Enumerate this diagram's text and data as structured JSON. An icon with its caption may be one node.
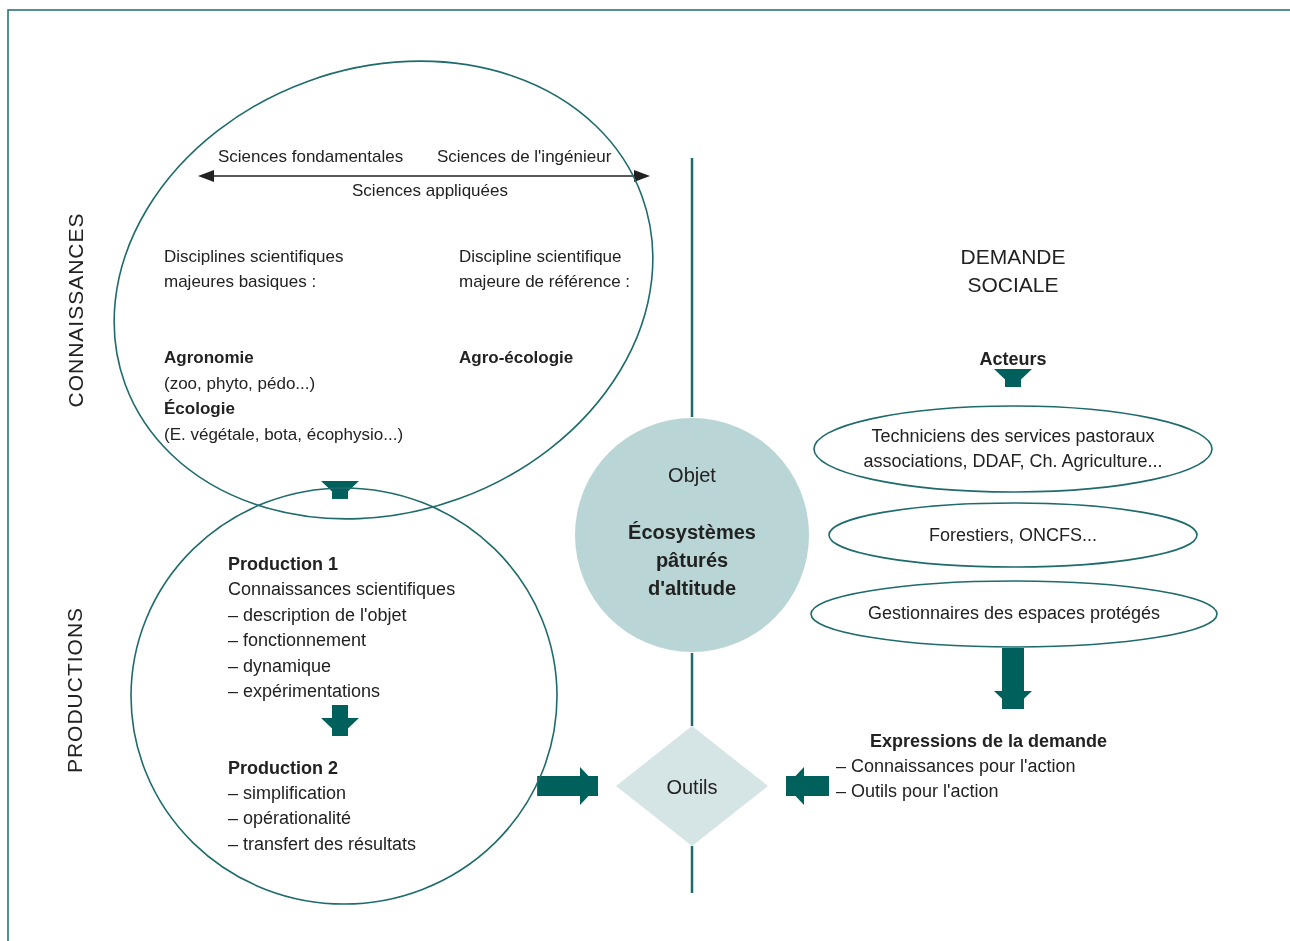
{
  "diagram": {
    "nodes": [
      {
        "text": [
          "Sciences fondamentales",
          "Sciences de l'ingénieur",
          "Sciences appliquées",
          "Disciplines scientifiques majeures basiques :",
          "Agronomie",
          "(zoo, phyto, pédo...)",
          "Écologie",
          "(E. végétale, bota, écophysio...)",
          "Discipline scientifique majeure de référence :",
          "Agro-écologie"
        ],
        "beside": [
          "CONNAISSANCES"
        ]
      },
      {
        "text": [],
        "shape": "circle",
        "beside": [
          "PRODUCTIONS"
        ]
      },
      {
        "text": [
          "Production 1",
          "Connaissances scientifiques",
          "– description de l'objet",
          "– fonctionnement",
          "– dynamique",
          "– expérimentations"
        ],
        "in": 1
      },
      {
        "text": [
          "Production 2",
          "– simplification",
          "– opérationalité",
          "– transfert des résultats"
        ],
        "in": 1
      },
      {
        "text": [
          "Objet",
          "Écosystèmes pâturés d'altitude"
        ]
      },
      {
        "text": [
          "Outils"
        ]
      },
      {
        "text": [
          "Acteurs"
        ]
      },
      {
        "text": [
          "Techniciens des services pastoraux associations, DDAF, Ch. Agriculture..."
        ]
      },
      {
        "text": [
          "Forestiers, ONCFS..."
        ]
      },
      {
        "text": [
          "Gestionnaires des espaces protégés"
        ]
      },
      {
        "text": [
          "Expressions de la demande",
          "– Connaissances pour l'action",
          "– Outils pour l'action"
        ]
      }
    ],
    "edges": [
      {
        "from": 0,
        "to": 1,
        "arrow": "to"
      },
      {
        "from": 2,
        "to": 3,
        "arrow": "to"
      },
      {
        "from": 1,
        "to": 5,
        "arrow": "to"
      },
      {
        "from": 10,
        "to": 5,
        "arrow": "to"
      },
      {
        "from": 6,
        "to": 7,
        "arrow": "to"
      },
      {
        "from": 9,
        "to": 10,
        "arrow": "to"
      }
    ],
    "labels": [
      "DEMANDE SOCIALE"
    ]
  }
}
